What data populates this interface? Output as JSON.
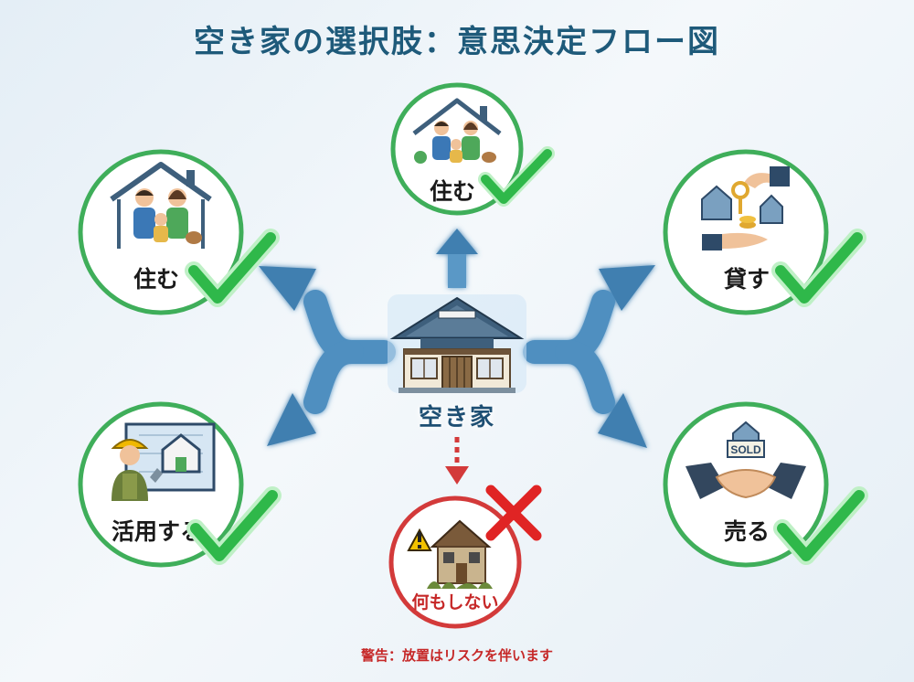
{
  "title": "空き家の選択肢：意思決定フロー図",
  "center": {
    "label": "空き家"
  },
  "nodes": {
    "top": {
      "label": "住む"
    },
    "upper_left": {
      "label": "住む"
    },
    "upper_right": {
      "label": "貸す"
    },
    "lower_left": {
      "label": "活用する"
    },
    "lower_right": {
      "label": "売る"
    },
    "bottom": {
      "label": "何もしない"
    }
  },
  "sold_sign": "SOLD",
  "warning": "警告：放置はリスクを伴います",
  "colors": {
    "title": "#1e5a7a",
    "positive_ring": "#3fae5a",
    "check": "#2fb84a",
    "negative_ring": "#d33a3a",
    "cross": "#e02424",
    "arrow": "#3f7fb0"
  }
}
